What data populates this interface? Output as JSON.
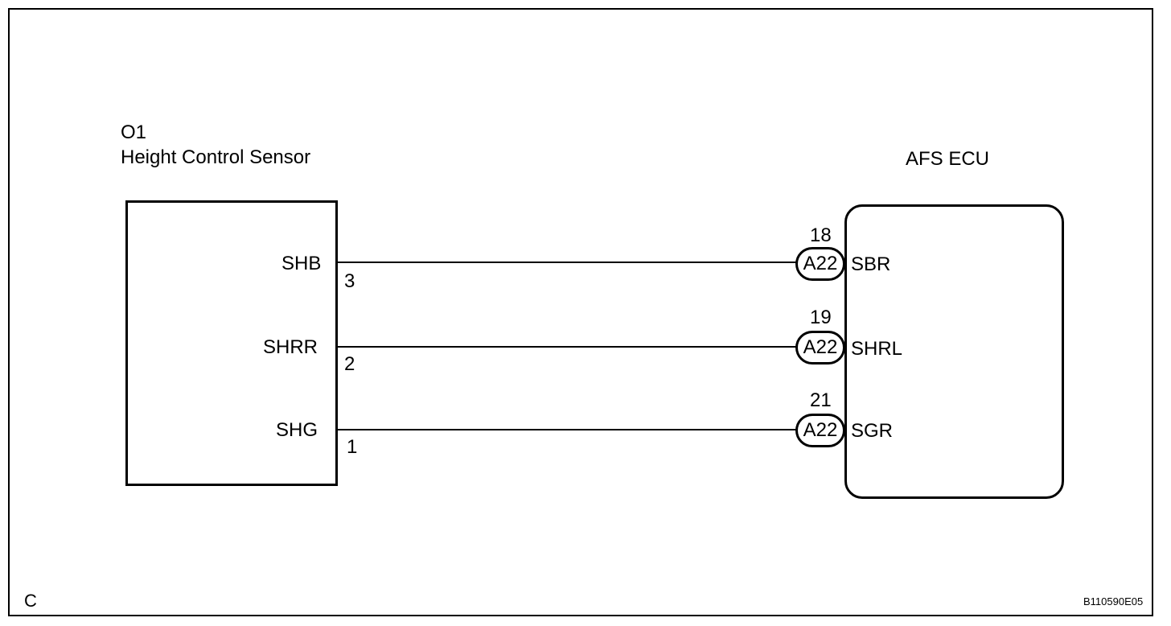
{
  "sensor": {
    "code": "O1",
    "name": "Height Control Sensor",
    "pins": [
      {
        "terminal": "SHB",
        "number": "3"
      },
      {
        "terminal": "SHRR",
        "number": "2"
      },
      {
        "terminal": "SHG",
        "number": "1"
      }
    ]
  },
  "ecu": {
    "name": "AFS ECU",
    "pins": [
      {
        "connector": "A22",
        "number": "18",
        "terminal": "SBR"
      },
      {
        "connector": "A22",
        "number": "19",
        "terminal": "SHRL"
      },
      {
        "connector": "A22",
        "number": "21",
        "terminal": "SGR"
      }
    ]
  },
  "footer": {
    "left_label": "C",
    "figure_id": "B110590E05"
  }
}
